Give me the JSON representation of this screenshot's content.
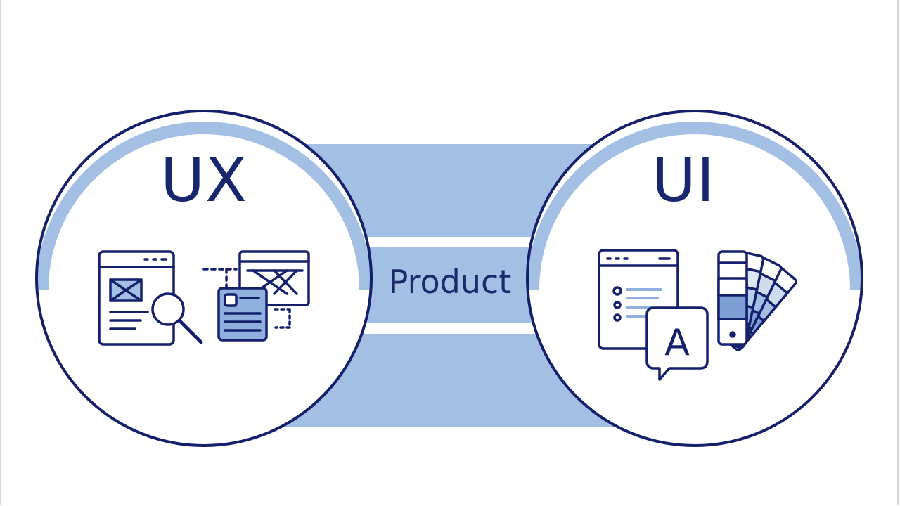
{
  "left_circle": {
    "title": "UX"
  },
  "right_circle": {
    "title": "UI"
  },
  "center": {
    "label": "Product"
  },
  "icons": {
    "ux": [
      "wireframe-search-icon",
      "wireframe-flow-icon"
    ],
    "ui": [
      "interface-text-icon",
      "color-swatch-fan-icon"
    ]
  },
  "colors": {
    "navy": "#14206b",
    "band": "#a3bfe3",
    "band_dark": "#8fb0dc",
    "fill": "#ffffff"
  }
}
